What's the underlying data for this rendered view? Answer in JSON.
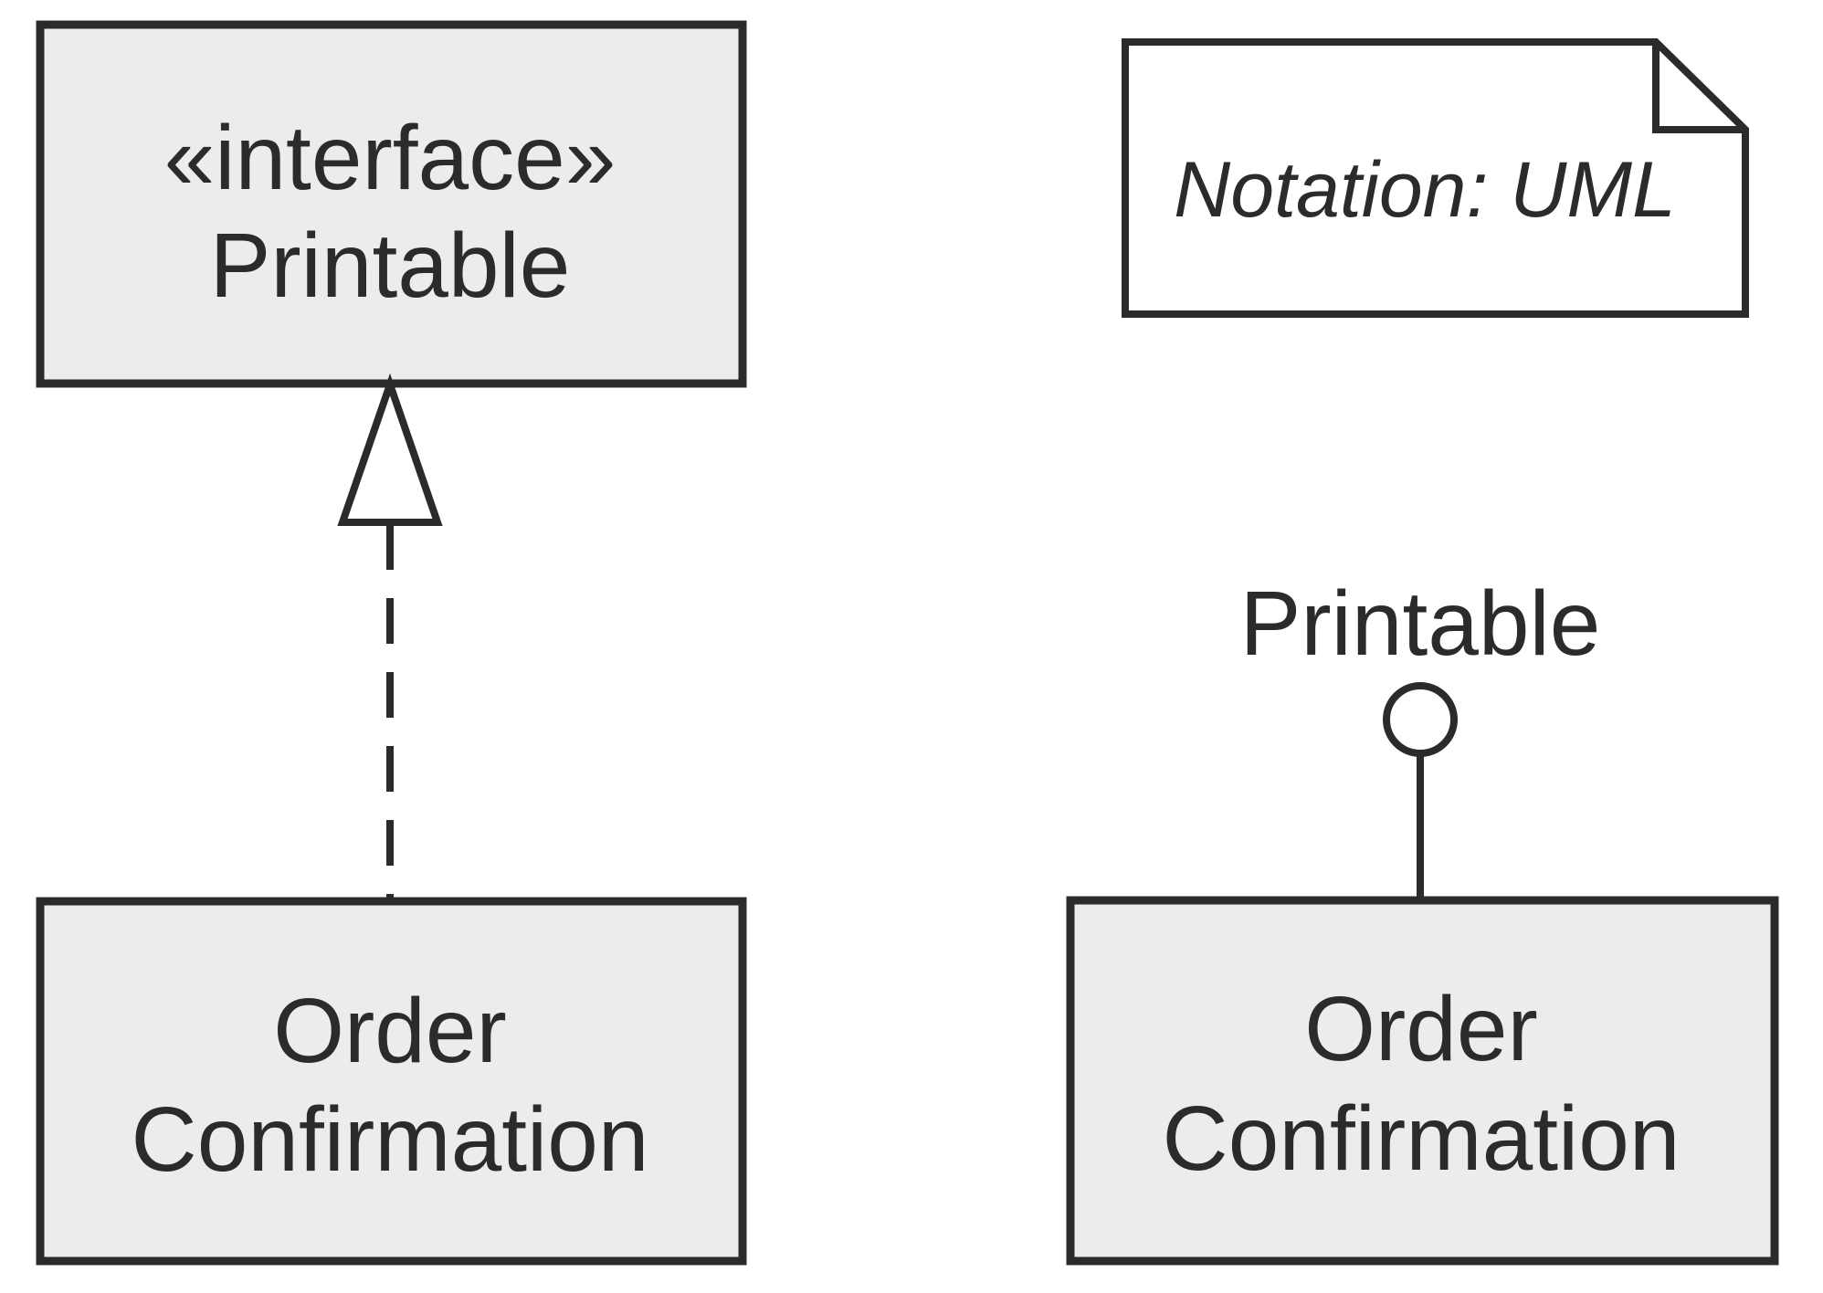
{
  "colors": {
    "background": "#ffffff",
    "box_fill": "#ececec",
    "note_fill": "#ffffff",
    "stroke": "#2b2b2b"
  },
  "left_diagram": {
    "interface_box": {
      "stereotype": "«interface»",
      "name": "Printable"
    },
    "class_box": {
      "name_line1": "Order",
      "name_line2": "Confirmation"
    }
  },
  "right_diagram": {
    "note": {
      "text": "Notation: UML"
    },
    "lollipop": {
      "interface_label": "Printable"
    },
    "class_box": {
      "name_line1": "Order",
      "name_line2": "Confirmation"
    }
  }
}
